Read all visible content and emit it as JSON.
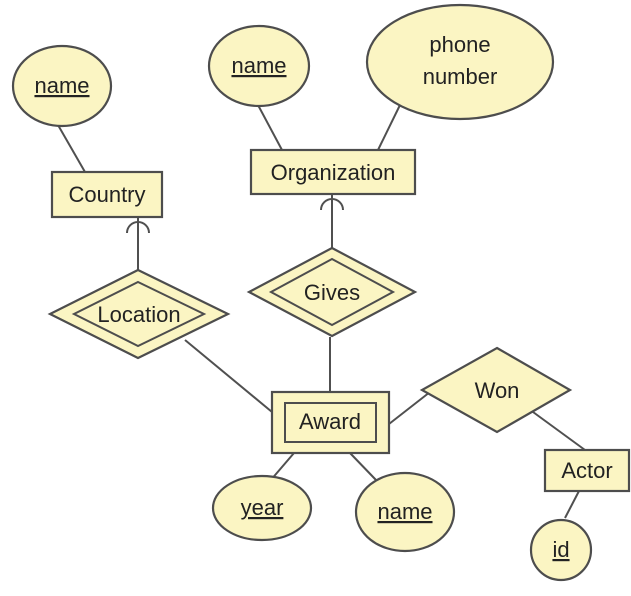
{
  "er_diagram": {
    "entities": {
      "country": "Country",
      "organization": "Organization",
      "award": "Award",
      "actor": "Actor"
    },
    "relationships": {
      "location": "Location",
      "gives": "Gives",
      "won": "Won"
    },
    "attributes": {
      "country_name": "name",
      "organization_name": "name",
      "phone_line1": "phone",
      "phone_line2": "number",
      "award_year": "year",
      "award_name": "name",
      "actor_id": "id"
    },
    "key_attributes": [
      "country_name",
      "organization_name",
      "award_year",
      "award_name",
      "actor_id"
    ],
    "weak_entities": [
      "award"
    ],
    "identifying_relationships": [
      "location",
      "gives"
    ],
    "colors": {
      "fill": "#fbf5c3",
      "stroke": "#4d4d4d"
    }
  }
}
